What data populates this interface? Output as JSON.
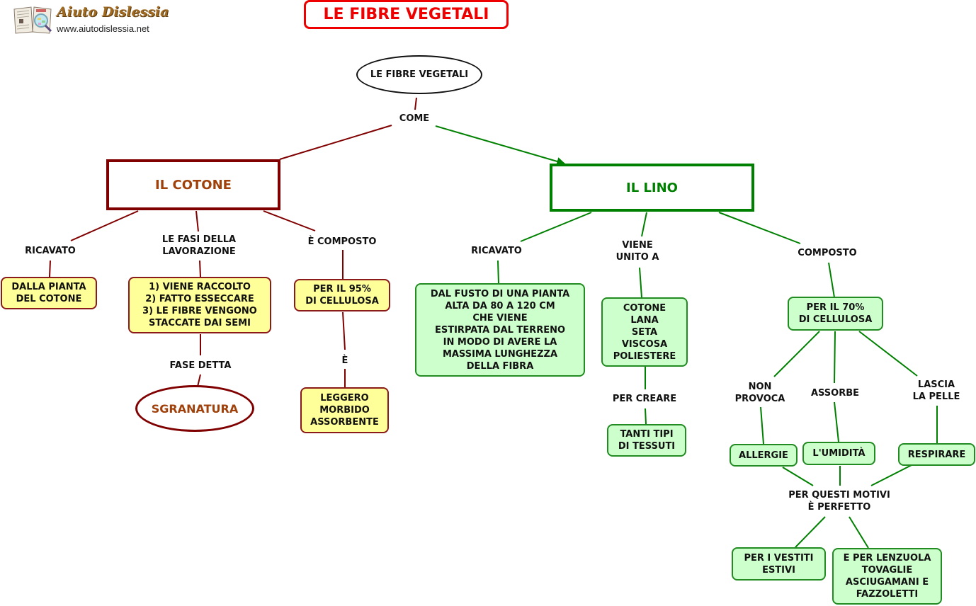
{
  "logo": {
    "name": "Aiuto Dislessia",
    "url": "www.aiutodislessia.net"
  },
  "title": "LE FIBRE VEGETALI",
  "colors": {
    "cotone": "#800000",
    "cotone_text": "#a0400a",
    "lino": "#008000",
    "yellow_fill": "#ffff99",
    "green_fill": "#ccffcc",
    "title_red": "#ee0000"
  },
  "root": {
    "label": "LE FIBRE VEGETALI",
    "link": "COME"
  },
  "cotone": {
    "label": "IL COTONE",
    "ricavato_link": "RICAVATO",
    "ricavato": "DALLA PIANTA\nDEL COTONE",
    "fasi_link": "LE FASI DELLA\nLAVORAZIONE",
    "fasi": "1) VIENE RACCOLTO\n2) FATTO ESSECCARE\n3) LE FIBRE VENGONO\nSTACCATE DAI SEMI",
    "fase_link": "FASE DETTA",
    "fase": "SGRANATURA",
    "composto_link": "È COMPOSTO",
    "composto": "PER IL 95%\nDI CELLULOSA",
    "e_link": "È",
    "qualita": "LEGGERO\nMORBIDO\nASSORBENTE"
  },
  "lino": {
    "label": "IL LINO",
    "ricavato_link": "RICAVATO",
    "ricavato": "DAL FUSTO DI UNA PIANTA\nALTA DA 80 A 120 CM\nCHE VIENE\nESTIRPATA DAL TERRENO\nIN MODO DI AVERE LA\nMASSIMA LUNGHEZZA\nDELLA FIBRA",
    "unito_link": "VIENE\nUNITO A",
    "unito": "COTONE\nLANA\nSETA\nVISCOSA\nPOLIESTERE",
    "creare_link": "PER CREARE",
    "creare": "TANTI TIPI\nDI TESSUTI",
    "composto_link": "COMPOSTO",
    "composto": "PER IL 70%\nDI CELLULOSA",
    "non_provoca_link": "NON\nPROVOCA",
    "allergie": "ALLERGIE",
    "assorbe_link": "ASSORBE",
    "umidita": "L'UMIDITÀ",
    "lascia_link": "LASCIA\nLA PELLE",
    "respirare": "RESPIRARE",
    "motivi_link": "PER QUESTI MOTIVI\nÈ PERFETTO",
    "vestiti": "PER I VESTITI\nESTIVI",
    "lenzuola": "E PER LENZUOLA\nTOVAGLIE\nASCIUGAMANI E\nFAZZOLETTI"
  }
}
